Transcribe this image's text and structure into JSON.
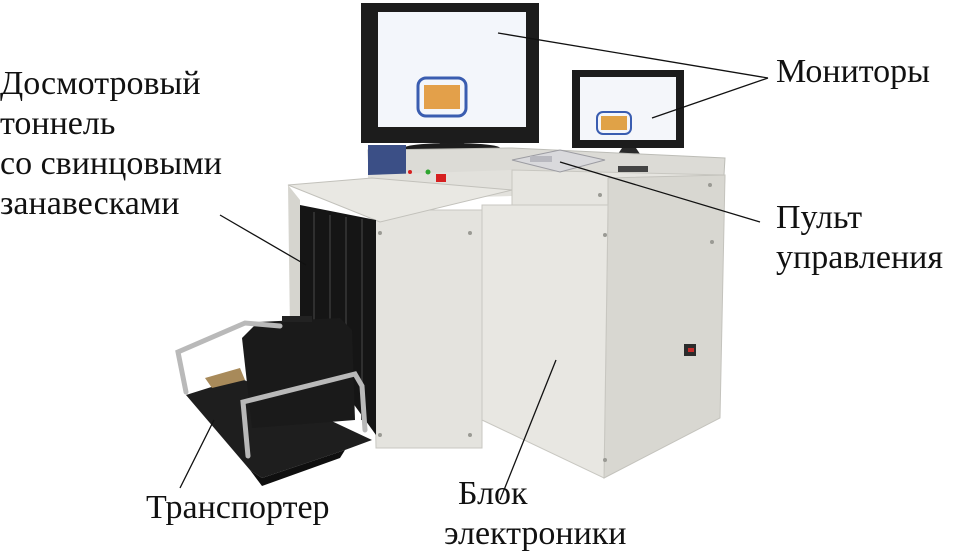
{
  "labels": {
    "tunnel": {
      "line1": "Досмотровый",
      "line2": "тоннель",
      "line3": "со свинцовыми",
      "line4": "занавесками"
    },
    "monitors": "Мониторы",
    "console": {
      "line1": "Пульт",
      "line2": "управления"
    },
    "conveyor": "Транспортер",
    "electronics": {
      "line1": "Блок",
      "line2": "электроники"
    }
  },
  "colors": {
    "cabinet": "#e6e5e0",
    "cabinet_shade": "#d2d1cb",
    "monitor_frame": "#1c1c1c",
    "screen": "#f3f6fb",
    "curtains": "#151515",
    "bag": "#1a1a1a",
    "handle_metal": "#b9b9b9",
    "indicator_red": "#d62020",
    "indicator_green": "#2fa52f",
    "leader_line": "#111111"
  }
}
